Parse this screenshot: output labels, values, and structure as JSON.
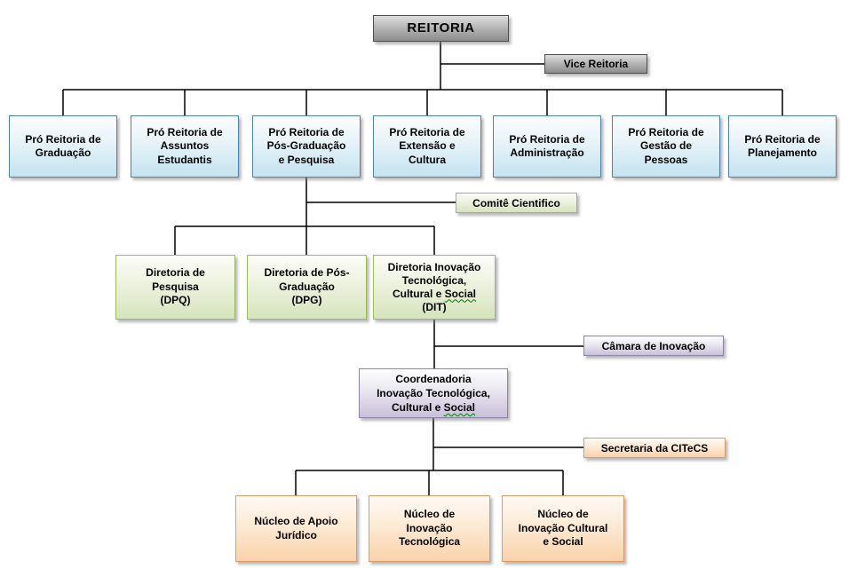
{
  "nodes": {
    "reitoria": {
      "label": "REITORIA"
    },
    "vice_reitoria": {
      "label": "Vice Reitoria"
    },
    "pro_reitorias": [
      {
        "lines": [
          "Pró Reitoria de",
          "Graduação"
        ]
      },
      {
        "lines": [
          "Pró Reitoria de",
          "Assuntos",
          "Estudantis"
        ]
      },
      {
        "lines": [
          "Pró Reitoria de",
          "Pós-Graduação",
          "e Pesquisa"
        ]
      },
      {
        "lines": [
          "Pró Reitoria de",
          "Extensão e",
          "Cultura"
        ]
      },
      {
        "lines": [
          "Pró Reitoria de",
          "Administração"
        ]
      },
      {
        "lines": [
          "Pró Reitoria de",
          "Gestão de",
          "Pessoas"
        ]
      },
      {
        "lines": [
          "Pró Reitoria de",
          "Planejamento"
        ]
      }
    ],
    "comite_cientifico": {
      "label": "Comitê Cientifico"
    },
    "diretorias": [
      {
        "lines": [
          "Diretoria de",
          "Pesquisa",
          "(DPQ)"
        ]
      },
      {
        "lines": [
          "Diretoria de Pós-",
          "Graduação",
          "(DPG)"
        ]
      },
      {
        "line1": "Diretoria Inovação",
        "line2": "Tecnológica,",
        "line3_prefix": "Cultural e",
        "line3_wavy": "Social",
        "line4": "(DIT)"
      }
    ],
    "camara_inovacao": {
      "label": "Câmara de Inovação"
    },
    "coordenadoria": {
      "line1": "Coordenadoria",
      "line2": "Inovação Tecnológica,",
      "line3_prefix": "Cultural e",
      "line3_wavy": "Social"
    },
    "secretaria_citecs": {
      "label": "Secretaria da CITeCS"
    },
    "nucleos": [
      {
        "lines": [
          "Núcleo de Apoio",
          "Jurídico"
        ]
      },
      {
        "lines": [
          "Núcleo de",
          "Inovação",
          "Tecnológica"
        ]
      },
      {
        "lines": [
          "Núcleo de",
          "Inovação Cultural",
          "e Social"
        ]
      }
    ]
  },
  "colors": {
    "text": "#000000",
    "line": "#000000",
    "gray-border": "#4d4d4d",
    "blue-top": "#fbfdfe",
    "blue-bottom": "#c3e3f0",
    "blue-border": "#4e81ad",
    "green-top": "#fcfdf8",
    "green-bottom": "#d6e4bc",
    "green-border": "#9bbb59",
    "purple-top": "#fdfdfe",
    "purple-bottom": "#c9c0d9",
    "purple-border": "#8e84a8",
    "orange-top": "#fefaf4",
    "orange-bottom": "#fad2aa",
    "orange-border": "#dd9a63",
    "wavy": "#008000"
  }
}
